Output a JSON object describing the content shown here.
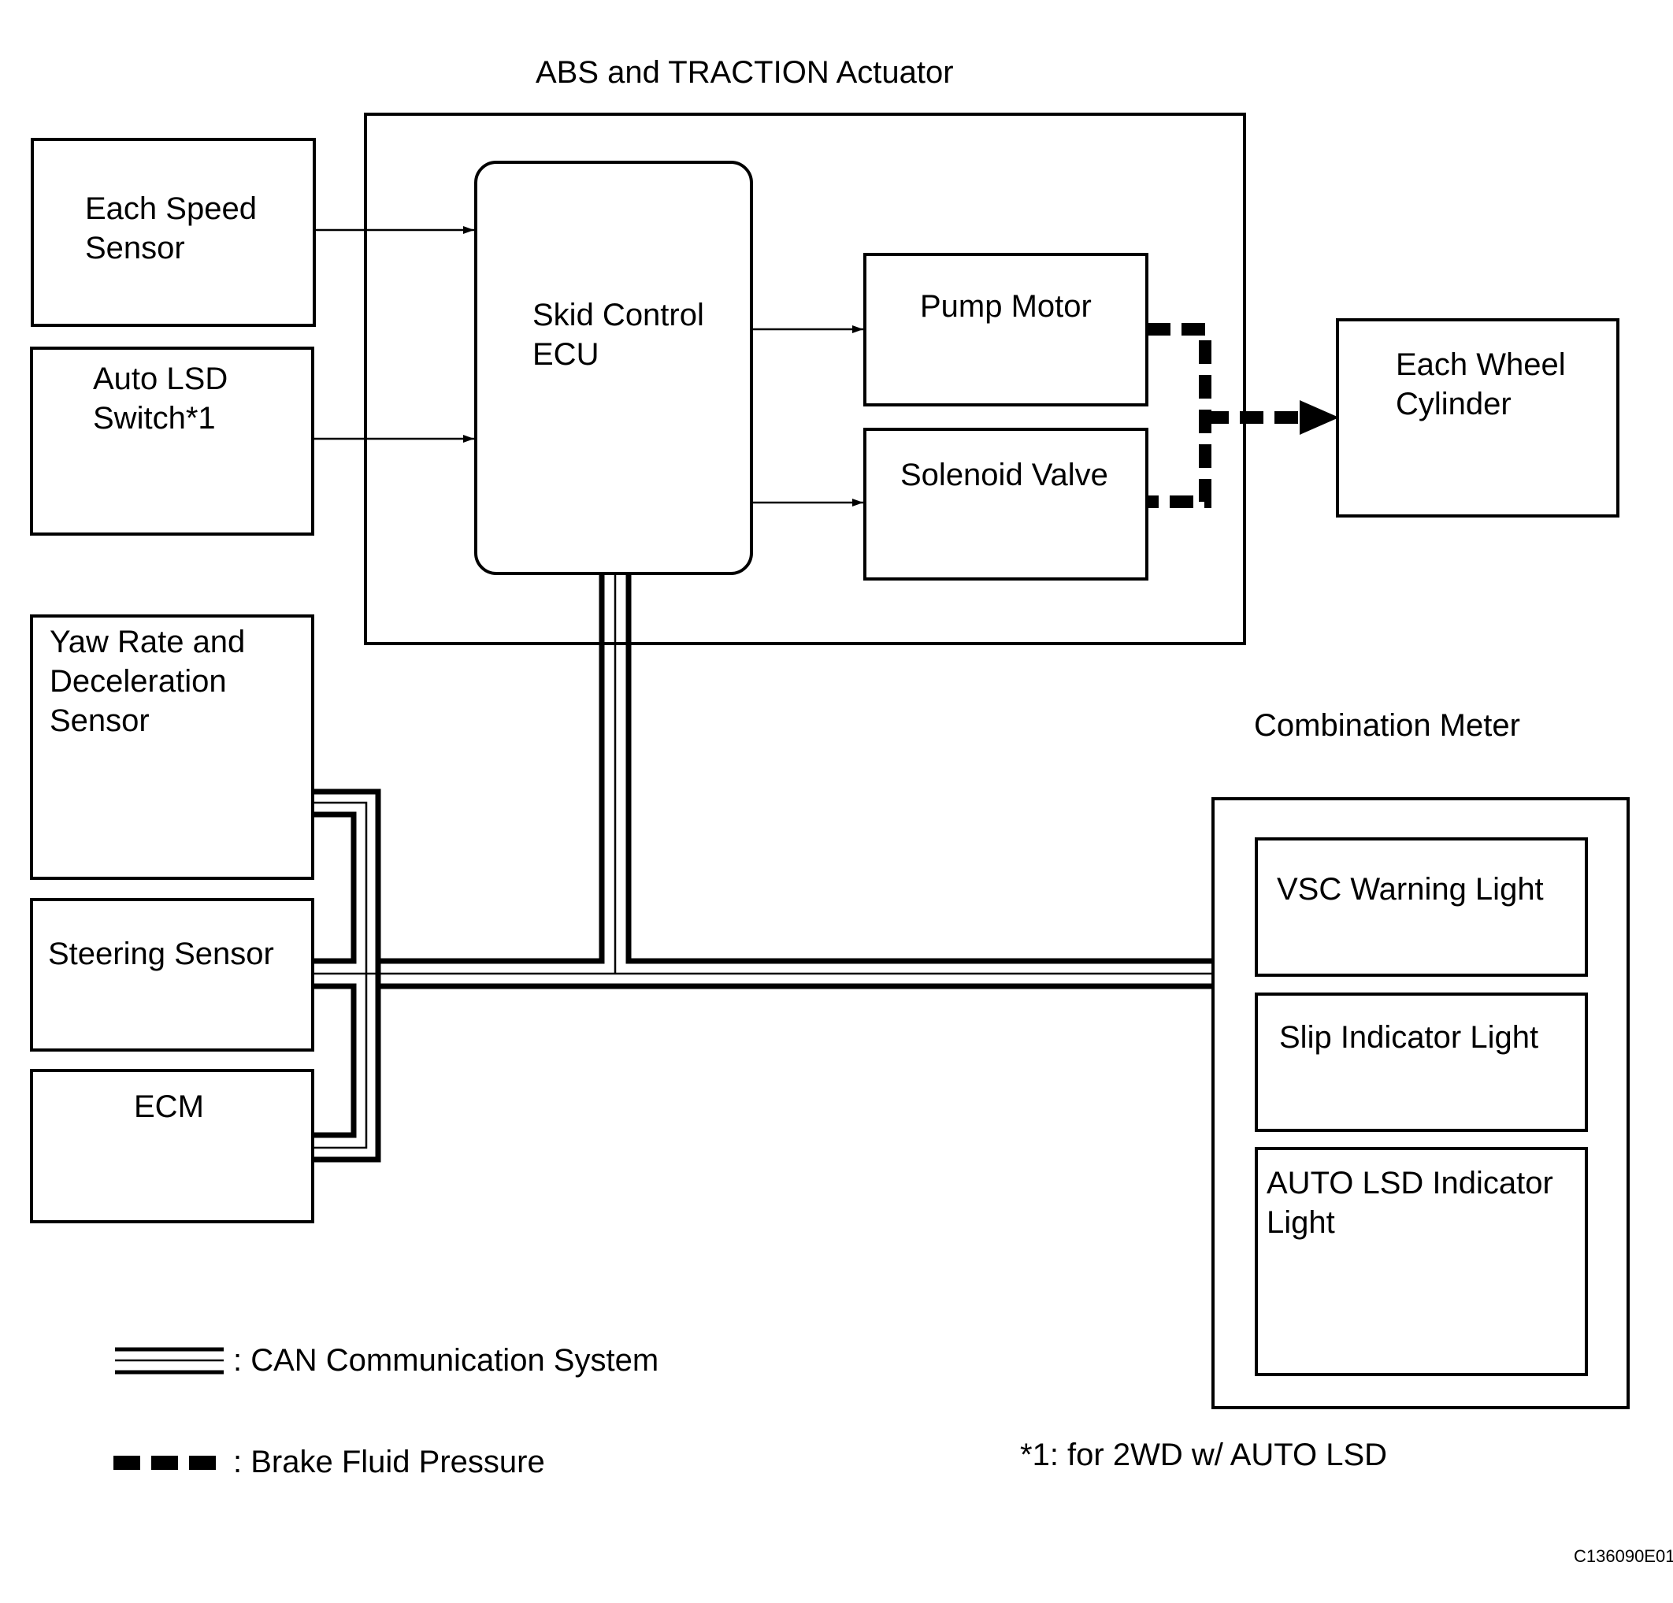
{
  "title": "ABS and TRACTION Actuator",
  "blocks": {
    "each_speed_sensor": [
      "Each Speed",
      "Sensor"
    ],
    "auto_lsd_switch": [
      "Auto LSD",
      "Switch*1"
    ],
    "skid_control_ecu": [
      "Skid Control",
      "ECU"
    ],
    "pump_motor": "Pump Motor",
    "solenoid_valve": "Solenoid Valve",
    "each_wheel_cylinder": [
      "Each Wheel",
      "Cylinder"
    ],
    "yaw_rate_sensor": [
      "Yaw Rate and",
      "Deceleration",
      "Sensor"
    ],
    "steering_sensor": "Steering Sensor",
    "ecm": "ECM",
    "combination_meter": "Combination Meter",
    "vsc_warning_light": "VSC Warning Light",
    "slip_indicator_light": "Slip Indicator Light",
    "auto_lsd_indicator_light": [
      "AUTO LSD Indicator",
      "Light"
    ]
  },
  "legend": {
    "can": ": CAN Communication System",
    "brake": ": Brake Fluid Pressure"
  },
  "footnote": "*1: for 2WD w/ AUTO LSD",
  "figure_code": "C136090E01"
}
